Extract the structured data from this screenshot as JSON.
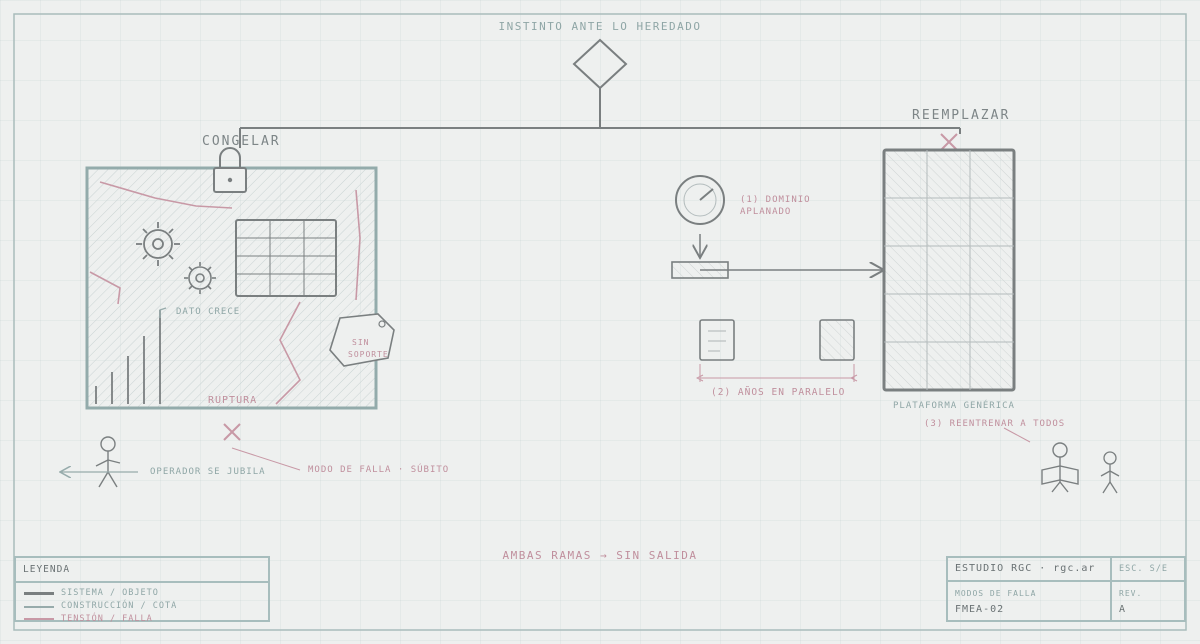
{
  "title": "INSTINTO ANTE LO HEREDADO",
  "left_branch": {
    "label": "CONGELAR",
    "data_grows": "DATO CRECE",
    "no_support_line1": "SIN",
    "no_support_line2": "SOPORTE",
    "rupture": "RUPTURA",
    "operator_retires": "OPERADOR SE JUBILA",
    "failure_mode": "MODO DE FALLA · SÚBITO"
  },
  "right_branch": {
    "label": "REEMPLAZAR",
    "flattened_domain_line1": "(1) DOMINIO",
    "flattened_domain_line2": "APLANADO",
    "parallel_years": "(2) AÑOS EN PARALELO",
    "generic_platform": "PLATAFORMA GENÉRICA",
    "retrain_all": "(3) REENTRENAR A TODOS"
  },
  "conclusion": "AMBAS RAMAS → SIN SALIDA",
  "legend": {
    "title": "LEYENDA",
    "items": [
      {
        "label": "SISTEMA / OBJETO",
        "color": "#7a7f80"
      },
      {
        "label": "CONSTRUCCIÓN / COTA",
        "color": "#97abab"
      },
      {
        "label": "TENSIÓN / FALLA",
        "color": "#c899a6"
      }
    ]
  },
  "title_block": {
    "studio": "ESTUDIO RGC · rgc.ar",
    "scale": "ESC. S/E",
    "subject_label": "MODOS DE FALLA",
    "code": "FMEA-02",
    "rev_label": "REV.",
    "rev": "A"
  },
  "colors": {
    "system": "#7a7f80",
    "construction": "#97abab",
    "tension": "#c899a6",
    "background": "#eef0ef"
  }
}
